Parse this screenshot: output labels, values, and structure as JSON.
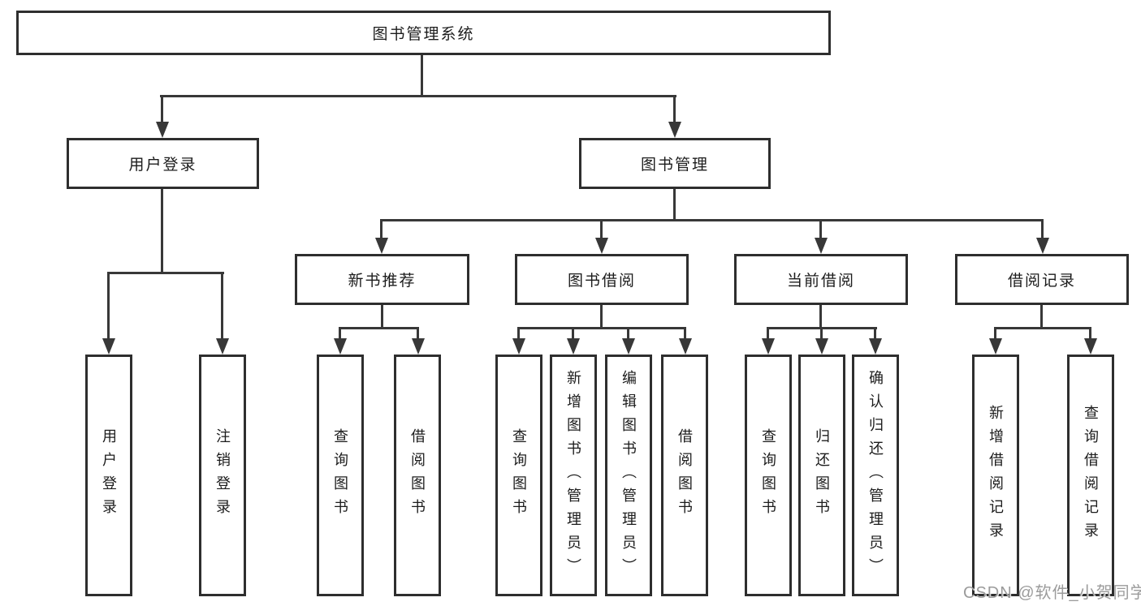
{
  "nodes": {
    "root": "图书管理系统",
    "user_login": "用户登录",
    "book_management": "图书管理",
    "new_book_recommend": "新书推荐",
    "book_borrowing": "图书借阅",
    "current_borrowing": "当前借阅",
    "borrowing_records": "借阅记录",
    "leaves": {
      "user_login_children": [
        "用户登录",
        "注销登录"
      ],
      "new_book_children": [
        "查询图书",
        "借阅图书"
      ],
      "book_borrowing_children": [
        "查询图书",
        "新增图书（管理员）",
        "编辑图书（管理员）",
        "借阅图书"
      ],
      "current_borrowing_children": [
        "查询图书",
        "归还图书",
        "确认归还（管理员）"
      ],
      "borrowing_records_children": [
        "新增借阅记录",
        "查询借阅记录"
      ]
    }
  },
  "watermark": "CSDN @软件_小贺同学",
  "colors": {
    "line": "#383838",
    "border": "#2e2e2e",
    "text": "#1c1c1c",
    "watermark": "#9b9b9b",
    "background": "#ffffff"
  }
}
